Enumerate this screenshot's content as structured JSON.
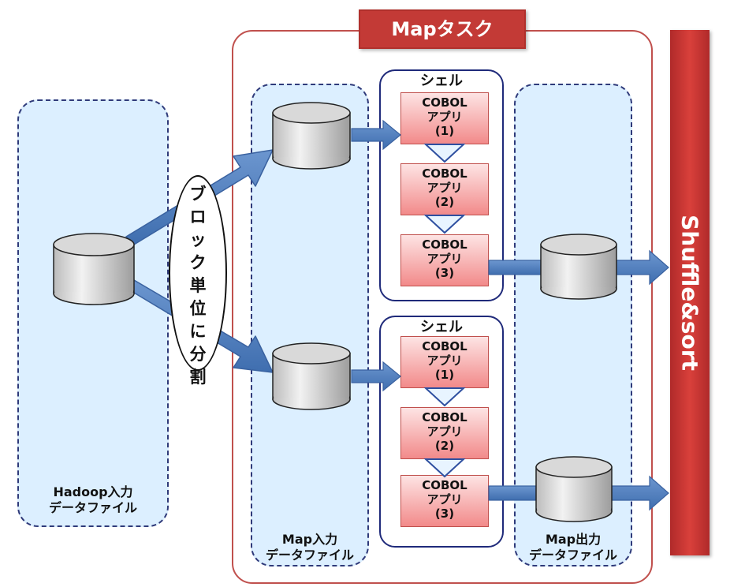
{
  "map_task": {
    "title": "Mapタスク"
  },
  "shuffle": {
    "label": "Shuffle&sort"
  },
  "hadoop_input": {
    "line1": "Hadoop入力",
    "line2": "データファイル"
  },
  "map_input": {
    "line1": "Map入力",
    "line2": "データファイル"
  },
  "map_output": {
    "line1": "Map出力",
    "line2": "データファイル"
  },
  "split": {
    "chars": [
      "ブ",
      "ロ",
      "ッ",
      "ク",
      "単",
      "位",
      "に",
      "分",
      "割"
    ]
  },
  "shells": [
    {
      "label": "シェル",
      "apps": [
        {
          "name": "COBOL",
          "kind": "アプリ",
          "num": "(1)"
        },
        {
          "name": "COBOL",
          "kind": "アプリ",
          "num": "(2)"
        },
        {
          "name": "COBOL",
          "kind": "アプリ",
          "num": "(3)"
        }
      ]
    },
    {
      "label": "シェル",
      "apps": [
        {
          "name": "COBOL",
          "kind": "アプリ",
          "num": "(1)"
        },
        {
          "name": "COBOL",
          "kind": "アプリ",
          "num": "(2)"
        },
        {
          "name": "COBOL",
          "kind": "アプリ",
          "num": "(3)"
        }
      ]
    }
  ],
  "colors": {
    "accent_red": "#c33a36",
    "panel_blue": "#dcefff",
    "arrow_blue": "#4f7fbf",
    "app_pink": "#f28a8a",
    "frame_navy": "#1f2a7a"
  }
}
